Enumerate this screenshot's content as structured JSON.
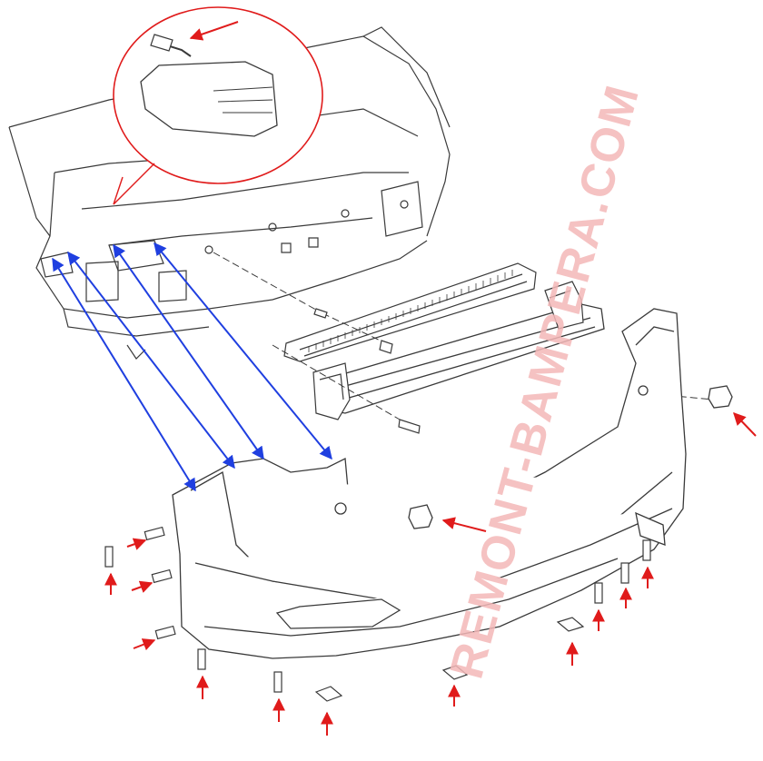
{
  "diagram": {
    "watermark_text": "REMONT-BAMPERA.COM",
    "colors": {
      "line_art": "#3a3a3a",
      "red_arrows": "#e01b1b",
      "blue_arrows": "#1f3fe0",
      "watermark": "#f4b8b8"
    },
    "parts": [
      "car-rear-body",
      "rear-bumper-cover",
      "bumper-reinforcement-beam",
      "bumper-absorber",
      "side-bracket-left",
      "side-bracket-right",
      "taillight-detail",
      "push-clip",
      "bolt",
      "screw",
      "retainer-clip",
      "rubber-mount"
    ]
  }
}
